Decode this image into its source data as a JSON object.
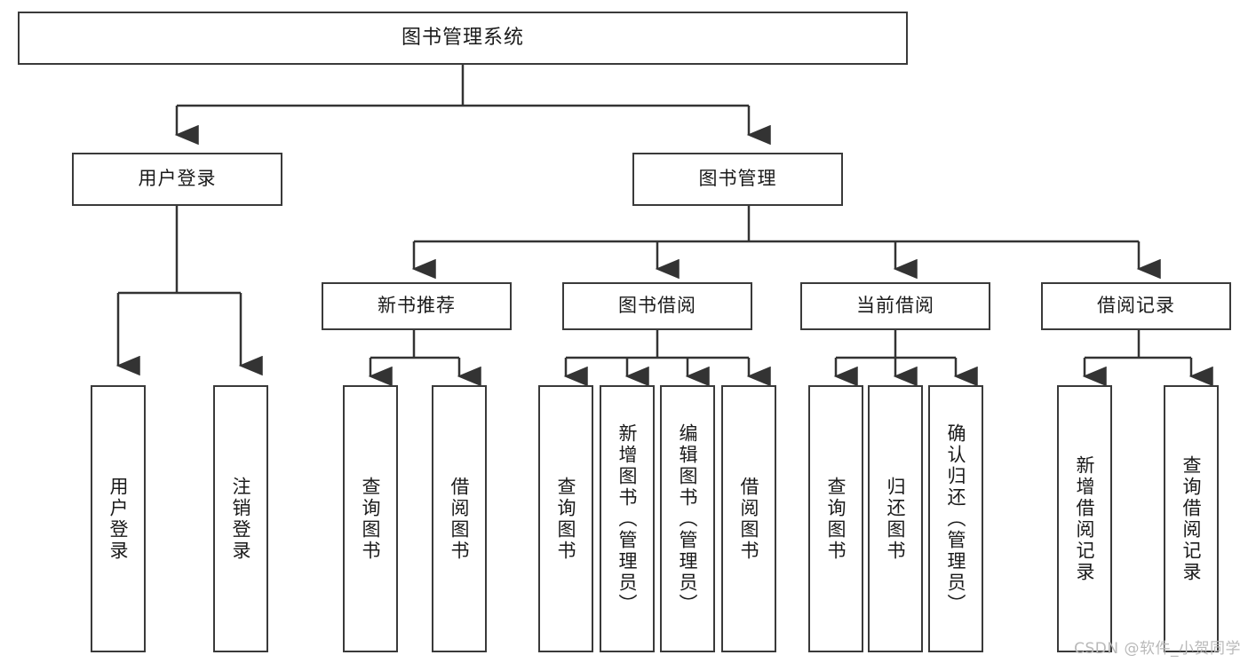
{
  "diagram": {
    "title": "图书管理系统",
    "type": "tree-hierarchy",
    "root": {
      "label": "图书管理系统"
    },
    "level2": [
      {
        "id": "user-login",
        "label": "用户登录"
      },
      {
        "id": "book-manage",
        "label": "图书管理"
      }
    ],
    "level3": [
      {
        "id": "new-book-recommend",
        "label": "新书推荐",
        "parent": "book-manage"
      },
      {
        "id": "book-borrow",
        "label": "图书借阅",
        "parent": "book-manage"
      },
      {
        "id": "current-borrow",
        "label": "当前借阅",
        "parent": "book-manage"
      },
      {
        "id": "borrow-record",
        "label": "借阅记录",
        "parent": "book-manage"
      }
    ],
    "leaves": {
      "user_login": [
        {
          "id": "leaf-user-login",
          "label": "用户登录"
        },
        {
          "id": "leaf-user-logout",
          "label": "注销登录"
        }
      ],
      "new_book_recommend": [
        {
          "id": "leaf-query-book-1",
          "label": "查询图书"
        },
        {
          "id": "leaf-borrow-book-1",
          "label": "借阅图书"
        }
      ],
      "book_borrow": [
        {
          "id": "leaf-query-book-2",
          "label": "查询图书"
        },
        {
          "id": "leaf-add-book",
          "label": "新增图书（管理员）"
        },
        {
          "id": "leaf-edit-book",
          "label": "编辑图书（管理员）"
        },
        {
          "id": "leaf-borrow-book-2",
          "label": "借阅图书"
        }
      ],
      "current_borrow": [
        {
          "id": "leaf-query-book-3",
          "label": "查询图书"
        },
        {
          "id": "leaf-return-book",
          "label": "归还图书"
        },
        {
          "id": "leaf-confirm-return",
          "label": "确认归还（管理员）"
        }
      ],
      "borrow_record": [
        {
          "id": "leaf-add-record",
          "label": "新增借阅记录"
        },
        {
          "id": "leaf-query-record",
          "label": "查询借阅记录"
        }
      ]
    },
    "watermark": "CSDN @软件_小贺同学",
    "colors": {
      "border": "#3a3a3a",
      "text": "#1a1a1a",
      "background": "#ffffff",
      "connector": "#333333",
      "watermark": "#b9b9b9"
    }
  }
}
